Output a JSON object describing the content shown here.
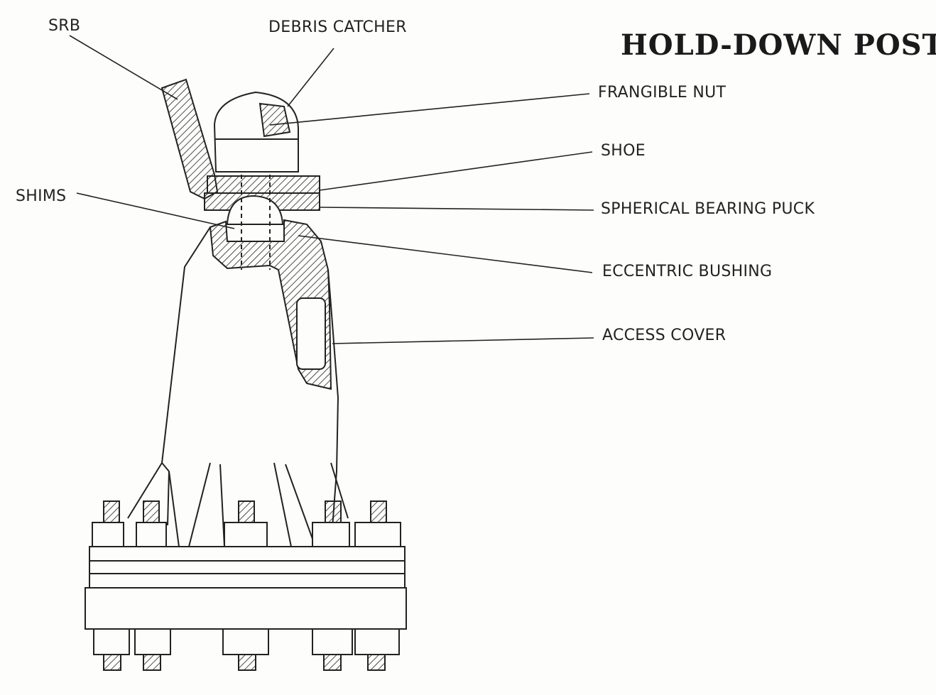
{
  "title": "HOLD-DOWN POSTS",
  "labels": {
    "srb": "SRB",
    "debris_catcher": "DEBRIS CATCHER",
    "frangible_nut": "FRANGIBLE NUT",
    "shoe": "SHOE",
    "shims": "SHIMS",
    "spherical_bearing_puck": "SPHERICAL BEARING PUCK",
    "eccentric_bushing": "ECCENTRIC BUSHING",
    "access_cover": "ACCESS COVER"
  },
  "colors": {
    "ink": "#222222",
    "paper": "#fdfdfb"
  }
}
